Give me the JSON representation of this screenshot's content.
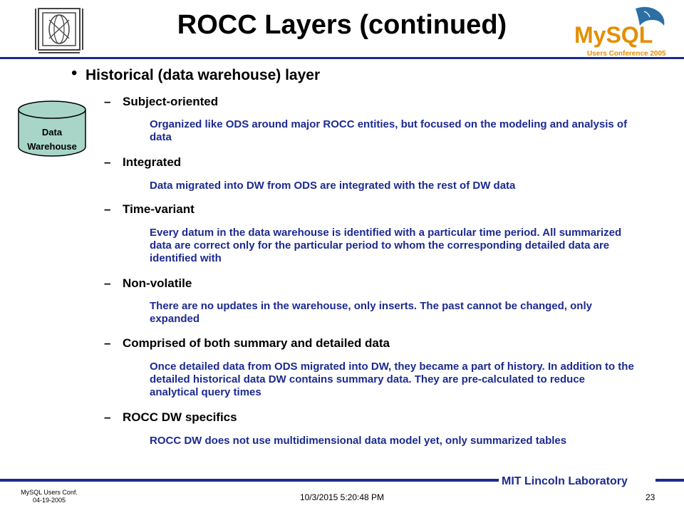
{
  "slide": {
    "title": "ROCC Layers (continued)",
    "bullet": "Historical (data warehouse) layer",
    "cylinder_label_line1": "Data",
    "cylinder_label_line2": "Warehouse",
    "items": [
      {
        "dash": "–",
        "heading": "Subject-oriented",
        "description": "Organized like ODS around major ROCC entities, but focused on the modeling and analysis of data"
      },
      {
        "dash": "–",
        "heading": "Integrated",
        "description": "Data migrated into DW from ODS are integrated with the rest of DW data"
      },
      {
        "dash": "–",
        "heading": "Time-variant",
        "description": "Every datum in the data warehouse is identified with a particular time period.  All summarized data are correct only for the particular period to whom the corresponding detailed data are identified with"
      },
      {
        "dash": "–",
        "heading": "Non-volatile",
        "description": "There are no updates in the warehouse, only inserts.  The past cannot be changed, only expanded"
      },
      {
        "dash": "–",
        "heading": "Comprised of both summary and detailed data",
        "description": "Once detailed data from ODS migrated into DW, they became a part of history.  In addition to the detailed historical data DW contains summary data.  They are pre-calculated to reduce analytical query times"
      },
      {
        "dash": "–",
        "heading": "ROCC DW specifics",
        "description": "ROCC DW does not use multidimensional data model yet, only summarized tables"
      }
    ]
  },
  "logos": {
    "left_icon": "lincoln-lab-logo-icon",
    "right_icon": "mysql-dolphin-logo-icon",
    "mysql_text": "MySQL",
    "conference_text": "Users Conference 2005"
  },
  "footer": {
    "lab": "MIT Lincoln Laboratory",
    "conf_line1": "MySQL Users Conf.",
    "conf_line2": "04-19-2005",
    "datetime": "10/3/2015 5:20:48 PM",
    "page": "23"
  },
  "colors": {
    "accent": "#1c2a8f",
    "mysql_orange": "#e48e00"
  }
}
